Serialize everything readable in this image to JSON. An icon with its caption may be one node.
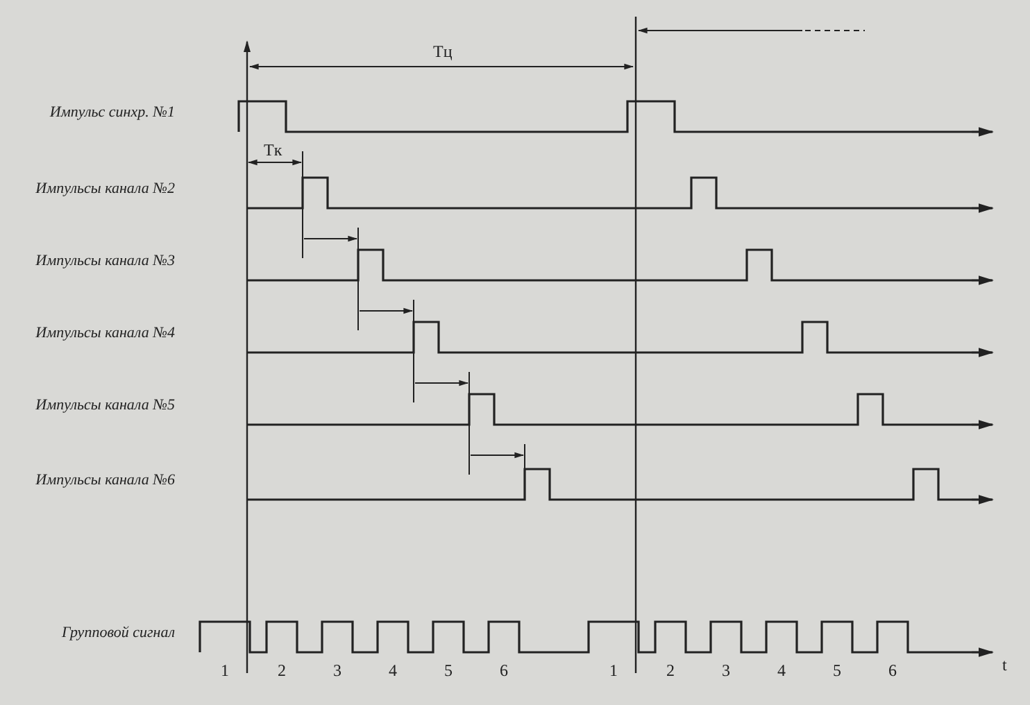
{
  "diagram": {
    "labels": [
      "Tц",
      "Импульс синхр. №1",
      "Tк",
      "Импульсы канала №2",
      "Импульсы канала №3",
      "Импульсы канала №4",
      "Импульсы канала №5",
      "Импульсы канала №6",
      "Групповой сигнал",
      "1",
      "2",
      "3",
      "4",
      "5",
      "6",
      "1",
      "2",
      "3",
      "4",
      "5",
      "6",
      "t"
    ]
  }
}
